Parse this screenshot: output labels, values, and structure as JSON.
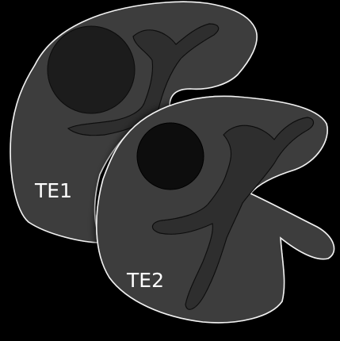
{
  "colors": {
    "background": "#000000",
    "cell_fill": "#3d3d3d",
    "cell_outline": "#f2f2f2",
    "nucleus_te1": "#1c1c1c",
    "nucleus_te2": "#0b0b0b",
    "process_fill": "#2f2f2f",
    "label": "#ffffff"
  },
  "cells": [
    {
      "id": "TE1",
      "label": "TE1"
    },
    {
      "id": "TE2",
      "label": "TE2"
    }
  ]
}
